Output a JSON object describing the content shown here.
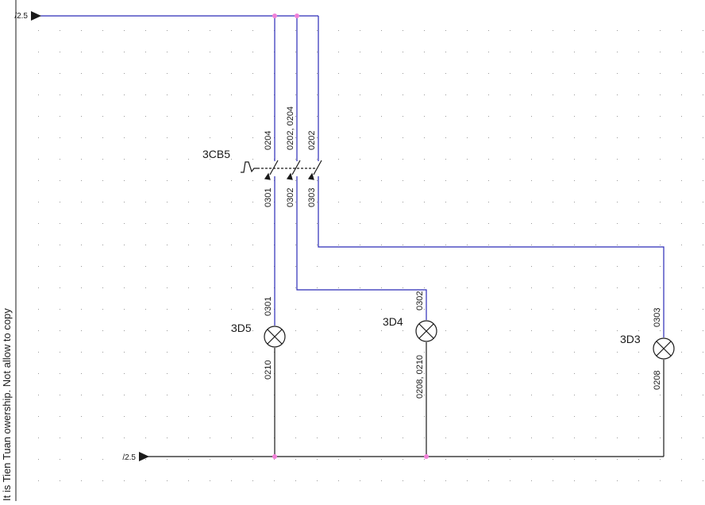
{
  "colors": {
    "background": "#ffffff",
    "grid_dot": "#9a9a9a",
    "supply_wire": "#2b2bb8",
    "return_wire": "#1a1a1a",
    "junction": "#f080d8"
  },
  "watermark": "It is Tien Tuan owership. Not allow to copy",
  "supply": {
    "label": "/2.5"
  },
  "return": {
    "label": "/2.5"
  },
  "breaker": {
    "label": "3CB5",
    "poles": [
      {
        "line_wire": "0204",
        "load_wire": "0301"
      },
      {
        "line_wire": "0202, 0204",
        "load_wire": "0302"
      },
      {
        "line_wire": "0202",
        "load_wire": "0303"
      }
    ]
  },
  "lamps": [
    {
      "label": "3D5",
      "top_wire": "0301",
      "bottom_wire": "0210"
    },
    {
      "label": "3D4",
      "top_wire": "0302",
      "bottom_wire": "0208, 0210"
    },
    {
      "label": "3D3",
      "top_wire": "0303",
      "bottom_wire": "0208"
    }
  ]
}
